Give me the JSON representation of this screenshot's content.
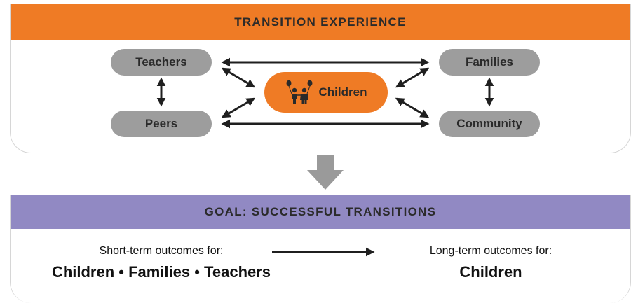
{
  "header": {
    "title": "TRANSITION EXPERIENCE"
  },
  "nodes": {
    "teachers": "Teachers",
    "peers": "Peers",
    "children": "Children",
    "families": "Families",
    "community": "Community"
  },
  "goal": {
    "title": "GOAL: SUCCESSFUL TRANSITIONS",
    "short_term_label": "Short-term outcomes for:",
    "short_term_groups": "Children • Families • Teachers",
    "long_term_label": "Long-term outcomes for:",
    "long_term_groups": "Children"
  },
  "colors": {
    "orange": "#ef7b25",
    "purple": "#9189c3",
    "gray_node": "#9d9d9d",
    "arrow": "#1f1f1f",
    "down_arrow": "#9a9a9a"
  },
  "icons": {
    "children_icon": "children-with-balloons-icon"
  }
}
